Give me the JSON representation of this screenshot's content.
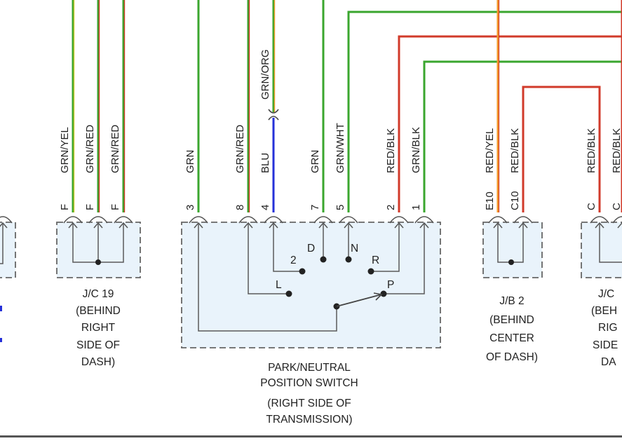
{
  "wires": [
    {
      "id": "w1",
      "label": "GRN/YEL",
      "pin": "F",
      "color": "green-yellow"
    },
    {
      "id": "w2",
      "label": "GRN/RED",
      "pin": "F",
      "color": "green-red"
    },
    {
      "id": "w3",
      "label": "GRN/RED",
      "pin": "F",
      "color": "green-red"
    },
    {
      "id": "w4",
      "label": "GRN",
      "pin": "3",
      "color": "green"
    },
    {
      "id": "w5",
      "label": "GRN/RED",
      "pin": "8",
      "color": "green-red"
    },
    {
      "id": "w6",
      "label": "BLU",
      "pin": "4",
      "color": "blue",
      "upper_label": "GRN/ORG"
    },
    {
      "id": "w7",
      "label": "GRN",
      "pin": "7",
      "color": "green"
    },
    {
      "id": "w8",
      "label": "GRN/WHT",
      "pin": "5",
      "color": "green"
    },
    {
      "id": "w9",
      "label": "RED/BLK",
      "pin": "2",
      "color": "red"
    },
    {
      "id": "w10",
      "label": "GRN/BLK",
      "pin": "1",
      "color": "green"
    },
    {
      "id": "w11",
      "label": "RED/YEL",
      "pin": "E10",
      "color": "red-orange"
    },
    {
      "id": "w12",
      "label": "RED/BLK",
      "pin": "C10",
      "color": "red"
    },
    {
      "id": "w13",
      "label": "RED/BLK",
      "pin": "C",
      "color": "red"
    },
    {
      "id": "w14",
      "label": "RED/BLK",
      "pin": "C",
      "color": "red"
    }
  ],
  "switch_positions": [
    "D",
    "N",
    "2",
    "R",
    "L",
    "P"
  ],
  "components": {
    "jc19": {
      "lines": [
        "J/C 19",
        "(BEHIND",
        "RIGHT",
        "SIDE OF",
        "DASH)"
      ]
    },
    "pnp": {
      "lines": [
        "PARK/NEUTRAL",
        "POSITION SWITCH",
        "(RIGHT SIDE OF",
        "TRANSMISSION)"
      ]
    },
    "jb2": {
      "lines": [
        "J/B 2",
        "(BEHIND",
        "CENTER",
        "OF DASH)"
      ]
    },
    "jc_right": {
      "lines": [
        "J/C",
        "(BEH",
        "RIG",
        "SIDE",
        "DA"
      ]
    }
  },
  "colors": {
    "green": "#3aa62e",
    "red": "#d13a2a",
    "orange": "#f39a2a",
    "blue": "#2530d8",
    "yellow": "#c8c62a",
    "box_fill": "#e9f3fb",
    "box_stroke": "#666666",
    "line": "#5a5a5a"
  }
}
